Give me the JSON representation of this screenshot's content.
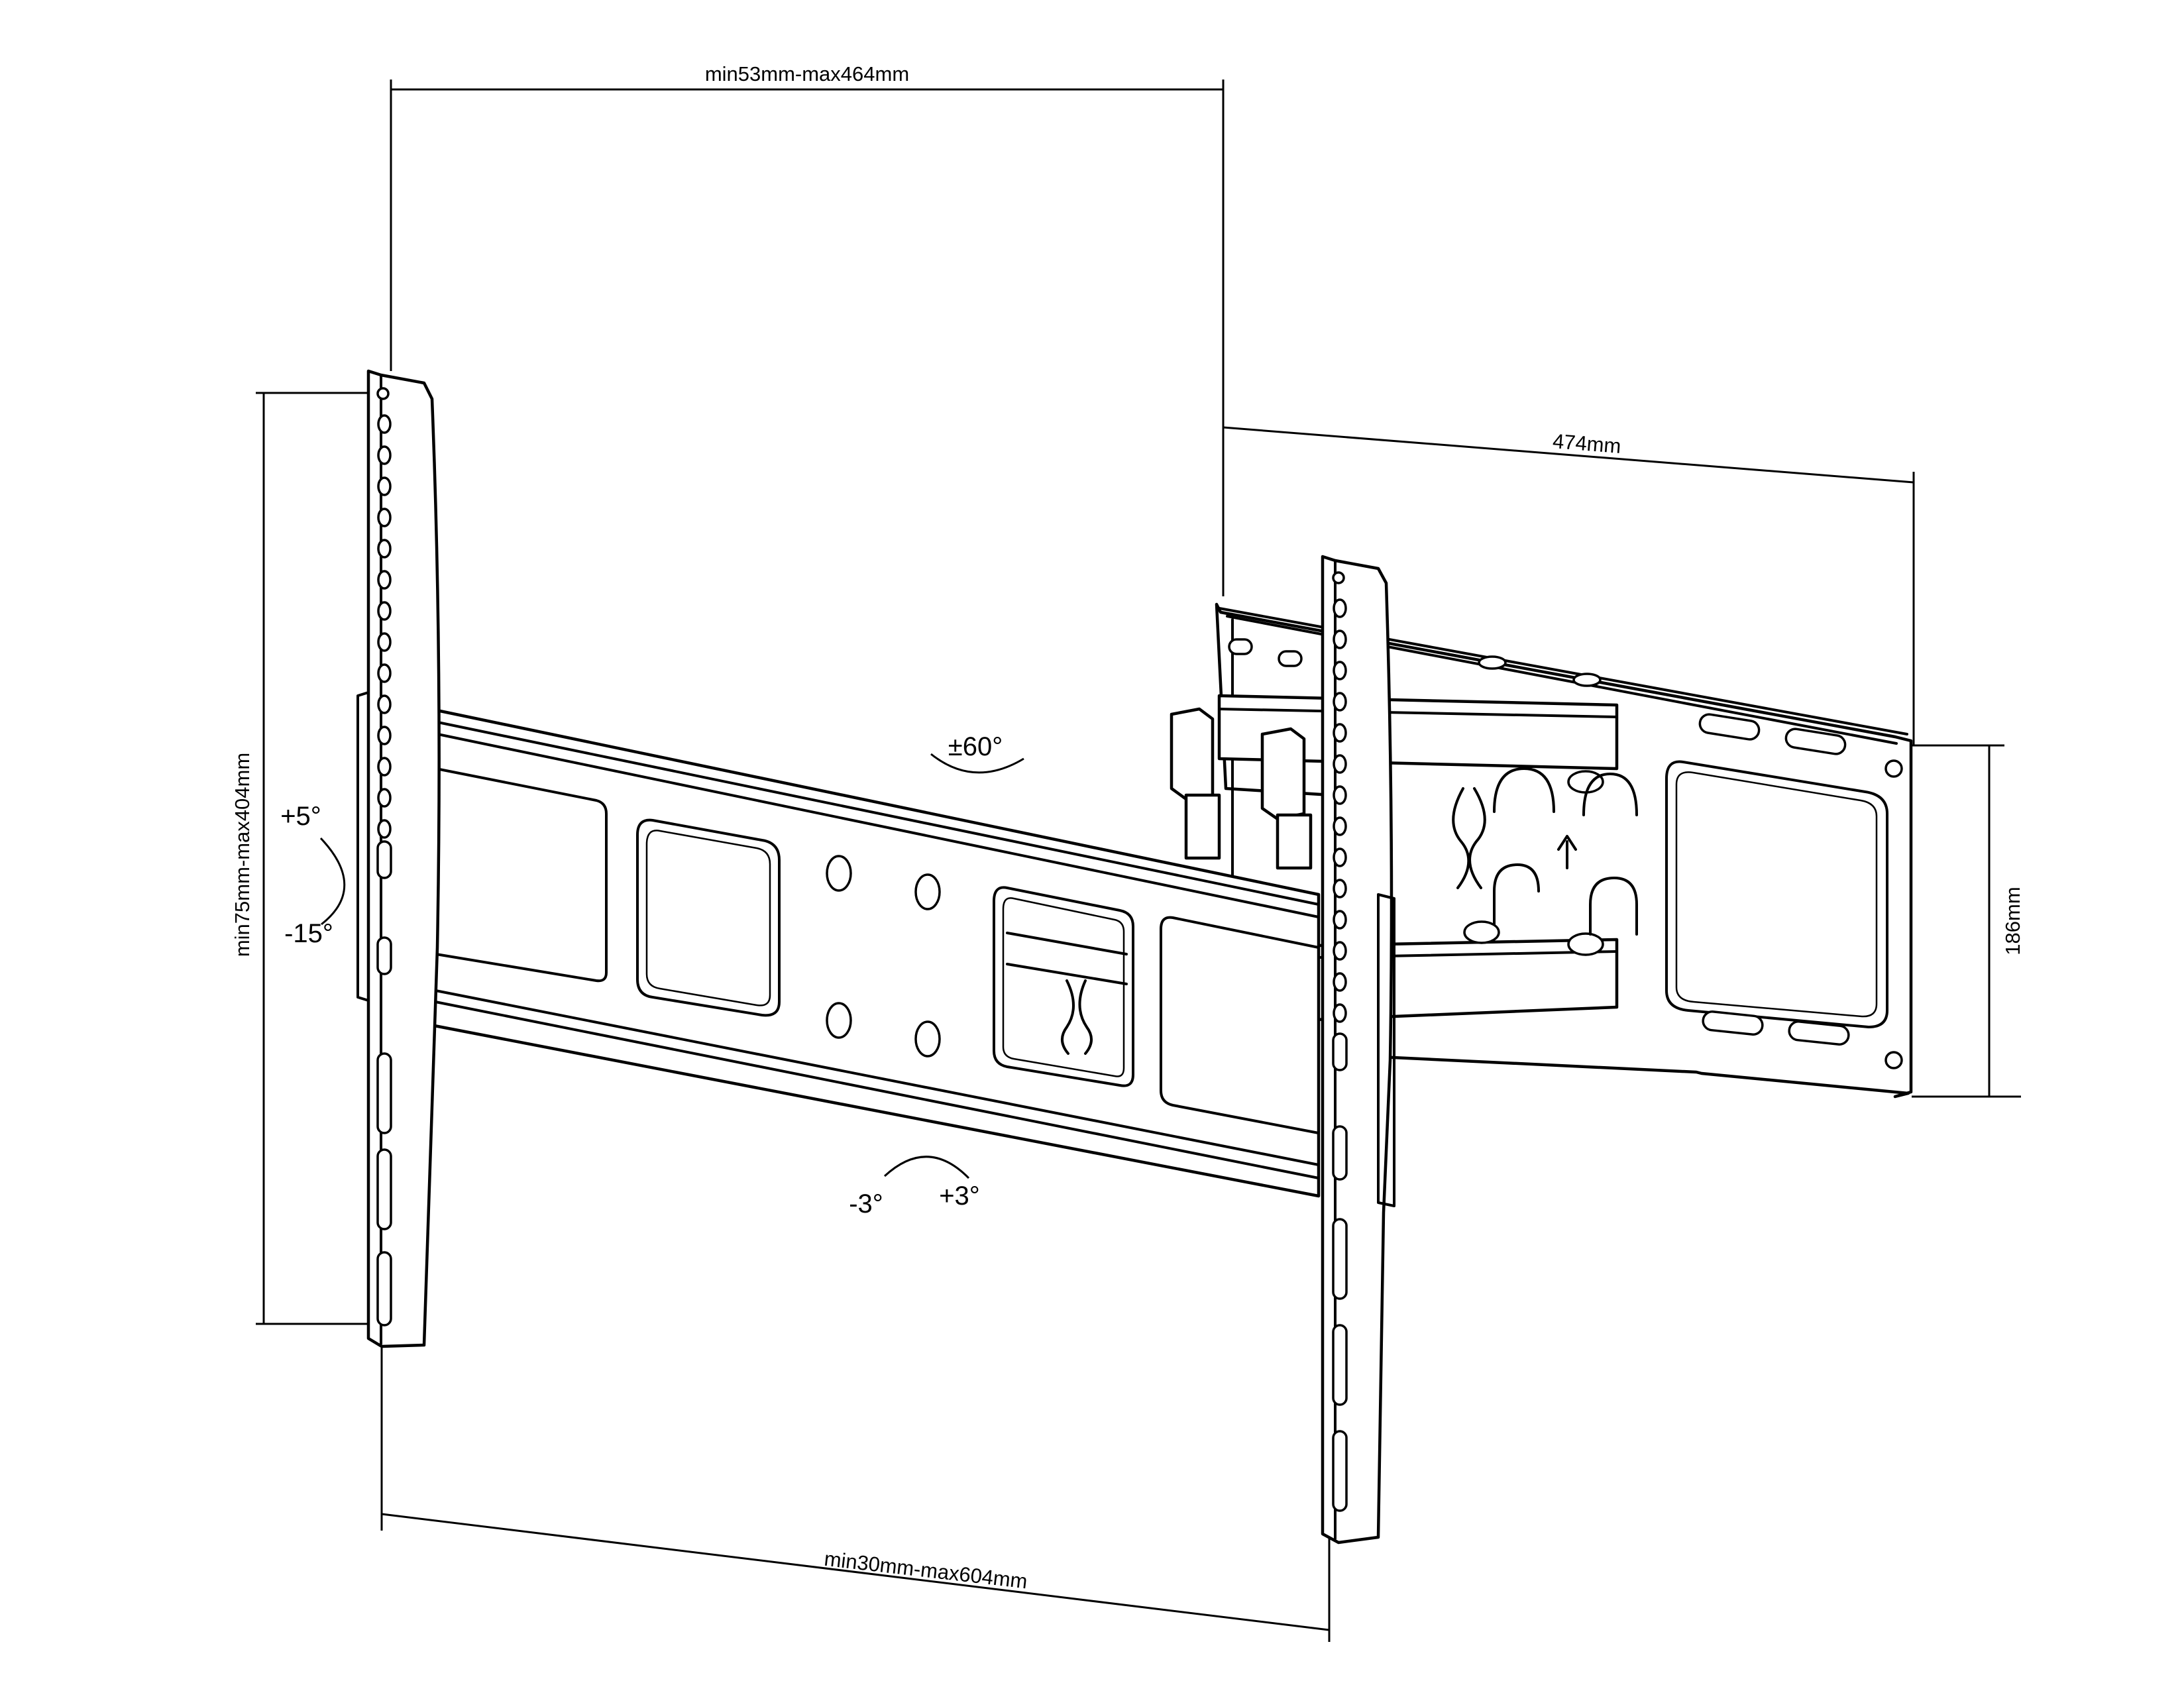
{
  "dimensions": {
    "top_width": "min53mm-max464mm",
    "arm_depth": "474mm",
    "wall_plate_height": "186mm",
    "vesa_vertical": "min75mm-max404mm",
    "vesa_horizontal": "min30mm-max604mm"
  },
  "angles": {
    "swivel": "±60°",
    "tilt_up": "+5°",
    "tilt_down": "-15°",
    "level_minus": "-3°",
    "level_plus": "+3°"
  },
  "colors": {
    "line": "#000000",
    "background": "#ffffff"
  }
}
